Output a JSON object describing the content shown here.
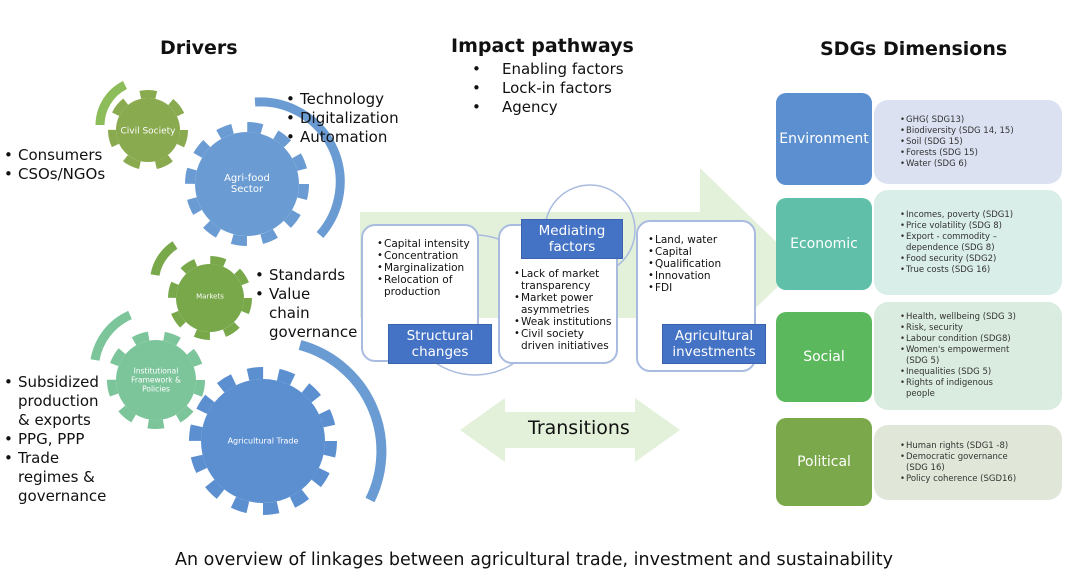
{
  "drivers": {
    "title": "Drivers",
    "gears": [
      {
        "label": "Civil Society"
      },
      {
        "label": "Agri-food Sector"
      },
      {
        "label": "Markets"
      },
      {
        "label": "Institutional Framework & Policies"
      },
      {
        "label": "Agricultural Trade"
      }
    ],
    "consumers": [
      "Consumers",
      "CSOs/NGOs"
    ],
    "technology": [
      "Technology",
      "Digitalization",
      "Automation"
    ],
    "standards": [
      "Standards",
      "Value chain governance"
    ],
    "policies": [
      "Subsidized production & exports",
      "PPG, PPP",
      "Trade regimes & governance"
    ]
  },
  "impact": {
    "title": "Impact pathways",
    "items": [
      "Enabling factors",
      "Lock-in factors",
      "Agency"
    ],
    "structural": {
      "label": "Structural changes",
      "items": [
        "Capital intensity",
        "Concentration",
        "Marginalization",
        "Relocation of production"
      ]
    },
    "mediating": {
      "label": "Mediating factors",
      "items": [
        "Lack of market transparency",
        "Market power asymmetries",
        "Weak institutions",
        "Civil society driven initiatives"
      ]
    },
    "investments": {
      "label": "Agricultural investments",
      "items": [
        "Land, water",
        "Capital",
        "Qualification",
        "Innovation",
        "FDI"
      ]
    },
    "transitions": "Transitions"
  },
  "sdgs": {
    "title": "SDGs Dimensions",
    "dimensions": [
      {
        "name": "Environment",
        "color": "#5b8fd0",
        "bg": "#dbe1f1",
        "items": [
          "GHG( SDG13)",
          "Biodiversity (SDG 14, 15)",
          "Soil (SDG 15)",
          "Forests (SDG 15)",
          "Water (SDG 6)"
        ]
      },
      {
        "name": "Economic",
        "color": "#5fbfa9",
        "bg": "#d9ede9",
        "items": [
          "Incomes, poverty (SDG1)",
          "Price volatility (SDG 8)",
          "Export - commodity – dependence (SDG 8)",
          "Food security (SDG2)",
          "True costs (SDG 16)"
        ]
      },
      {
        "name": "Social",
        "color": "#5cb85c",
        "bg": "#daece0",
        "items": [
          "Health, wellbeing (SDG 3)",
          "Risk, security",
          "Labour condition (SDG8)",
          "Women's empowerment (SDG 5)",
          "Inequalities (SDG 5)",
          "Rights of indigenous people"
        ]
      },
      {
        "name": "Political",
        "color": "#7aa84a",
        "bg": "#e0e7d8",
        "items": [
          "Human rights (SDG1 -8)",
          "Democratic governance (SDG 16)",
          "Policy coherence (SGD16)"
        ]
      }
    ]
  },
  "caption": "An overview of linkages between agricultural trade, investment and sustainability"
}
